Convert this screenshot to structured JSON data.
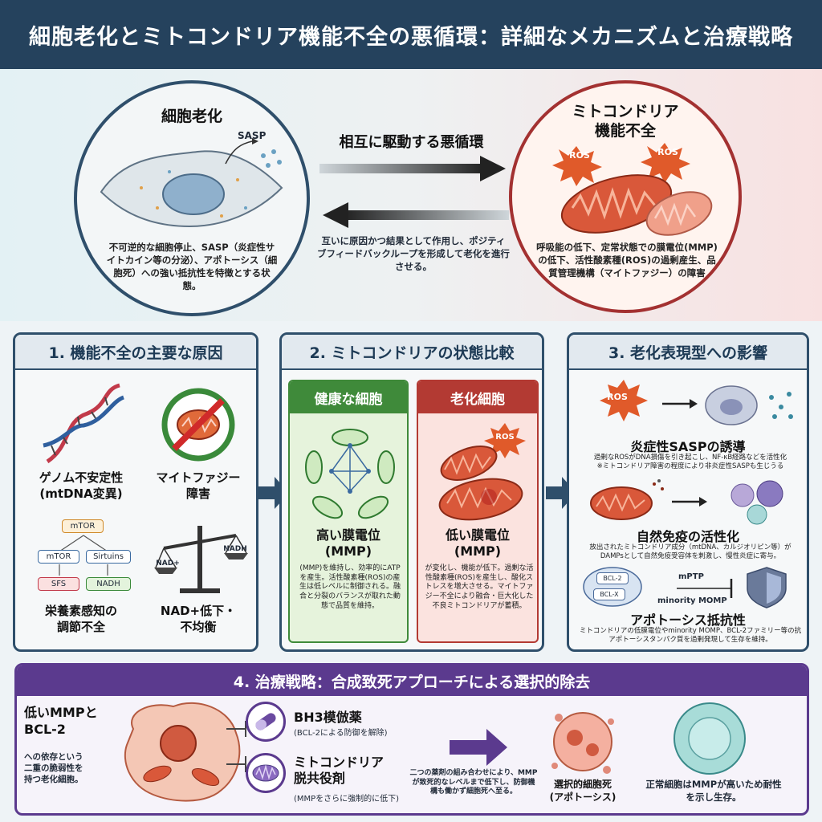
{
  "header": {
    "title": "細胞老化とミトコンドリア機能不全の悪循環：詳細なメカニズムと治療戦略"
  },
  "top": {
    "left": {
      "title": "細胞老化",
      "sasp": "SASP",
      "desc": "不可逆的な細胞停止、SASP（炎症性サイトカイン等の分泌）、アポトーシス（細胞死）への強い抵抗性を特徴とする状態。"
    },
    "middle": {
      "title": "相互に駆動する悪循環",
      "desc": "互いに原因かつ結果として作用し、ポジティブフィードバックループを形成して老化を進行させる。"
    },
    "right": {
      "title_line1": "ミトコンドリア",
      "title_line2": "機能不全",
      "ros1": "ROS",
      "ros2": "ROS",
      "desc": "呼吸能の低下、定常状態での膜電位(MMP)の低下、活性酸素種(ROS)の過剰産生、品質管理機構（マイトファジー）の障害"
    }
  },
  "panel1": {
    "title": "1. 機能不全の主要な原因",
    "genome": "ゲノム不安定性\n(mtDNA変異)",
    "mitophagy": "マイトファジー\n障害",
    "mtor_top": "mTOR",
    "mtor": "mTOR",
    "sirtuins": "Sirtuins",
    "sfs": "SFS",
    "nadh_box": "NADH",
    "nutrient": "栄養素感知の\n調節不全",
    "nad_plus": "NAD+",
    "nadh": "NADH",
    "nad_label": "NAD+低下・\n不均衡"
  },
  "panel2": {
    "title": "2. ミトコンドリアの状態比較",
    "healthy": {
      "title": "健康な細胞",
      "label": "高い膜電位\n(MMP)",
      "desc": "(MMP)を維持し、効率的にATPを産生。活性酸素種(ROS)の産生は低レベルに制御される。融合と分裂のバランスが取れた動態で品質を維持。"
    },
    "senescent": {
      "title": "老化細胞",
      "ros": "ROS",
      "label": "低い膜電位\n(MMP)",
      "desc": "が変化し、機能が低下。過剰な活性酸素種(ROS)を産生し、酸化ストレスを増大させる。マイトファジー不全により融合・巨大化した不良ミトコンドリアが蓄積。"
    }
  },
  "panel3": {
    "title": "3. 老化表現型への影響",
    "ros": "ROS",
    "sasp_title": "炎症性SASPの誘導",
    "sasp_desc": "過剰なROSがDNA損傷を引き起こし、NF-κB経路などを活性化\n※ミトコンドリア障害の程度により非炎症性SASPも生じうる",
    "auto_title": "自然免疫の活性化",
    "auto_desc": "放出されたミトコンドリア成分（mtDNA、カルジオリピン等）がDAMPsとして自然免疫受容体を刺激し、慢性炎症に寄与。",
    "bcl2": "BCL-2",
    "bclx": "BCL-X",
    "mptp": "mPTP",
    "mmomp": "minority MOMP",
    "apo_title": "アポトーシス抵抗性",
    "apo_desc": "ミトコンドリアの低膜電位やminority MOMP、BCL-2ファミリー等の抗アポトーシスタンパク質を過剰発現して生存を維持。"
  },
  "panel4": {
    "title": "4. 治療戦略：合成致死アプローチによる選択的除去",
    "target_title": "低いMMPと\nBCL-2",
    "target_desc": "への依存という\n二重の脆弱性を\n持つ老化細胞。",
    "bh3_title": "BH3模倣薬",
    "bh3_desc": "(BCL-2による防御を解除)",
    "uncoupler_title": "ミトコンドリア\n脱共役剤",
    "uncoupler_desc": "(MMPをさらに強制的に低下)",
    "combo_desc": "二つの薬剤の組み合わせにより、MMPが致死的なレベルまで低下し、防御機構も働かず細胞死へ至る。",
    "death_label": "選択的細胞死\n(アポトーシス)",
    "normal_label": "正常細胞はMMPが高いため耐性を示し生存。"
  },
  "colors": {
    "navy": "#25425d",
    "red": "#a33131",
    "green": "#3f8a3a",
    "purple": "#5b3a8e"
  }
}
